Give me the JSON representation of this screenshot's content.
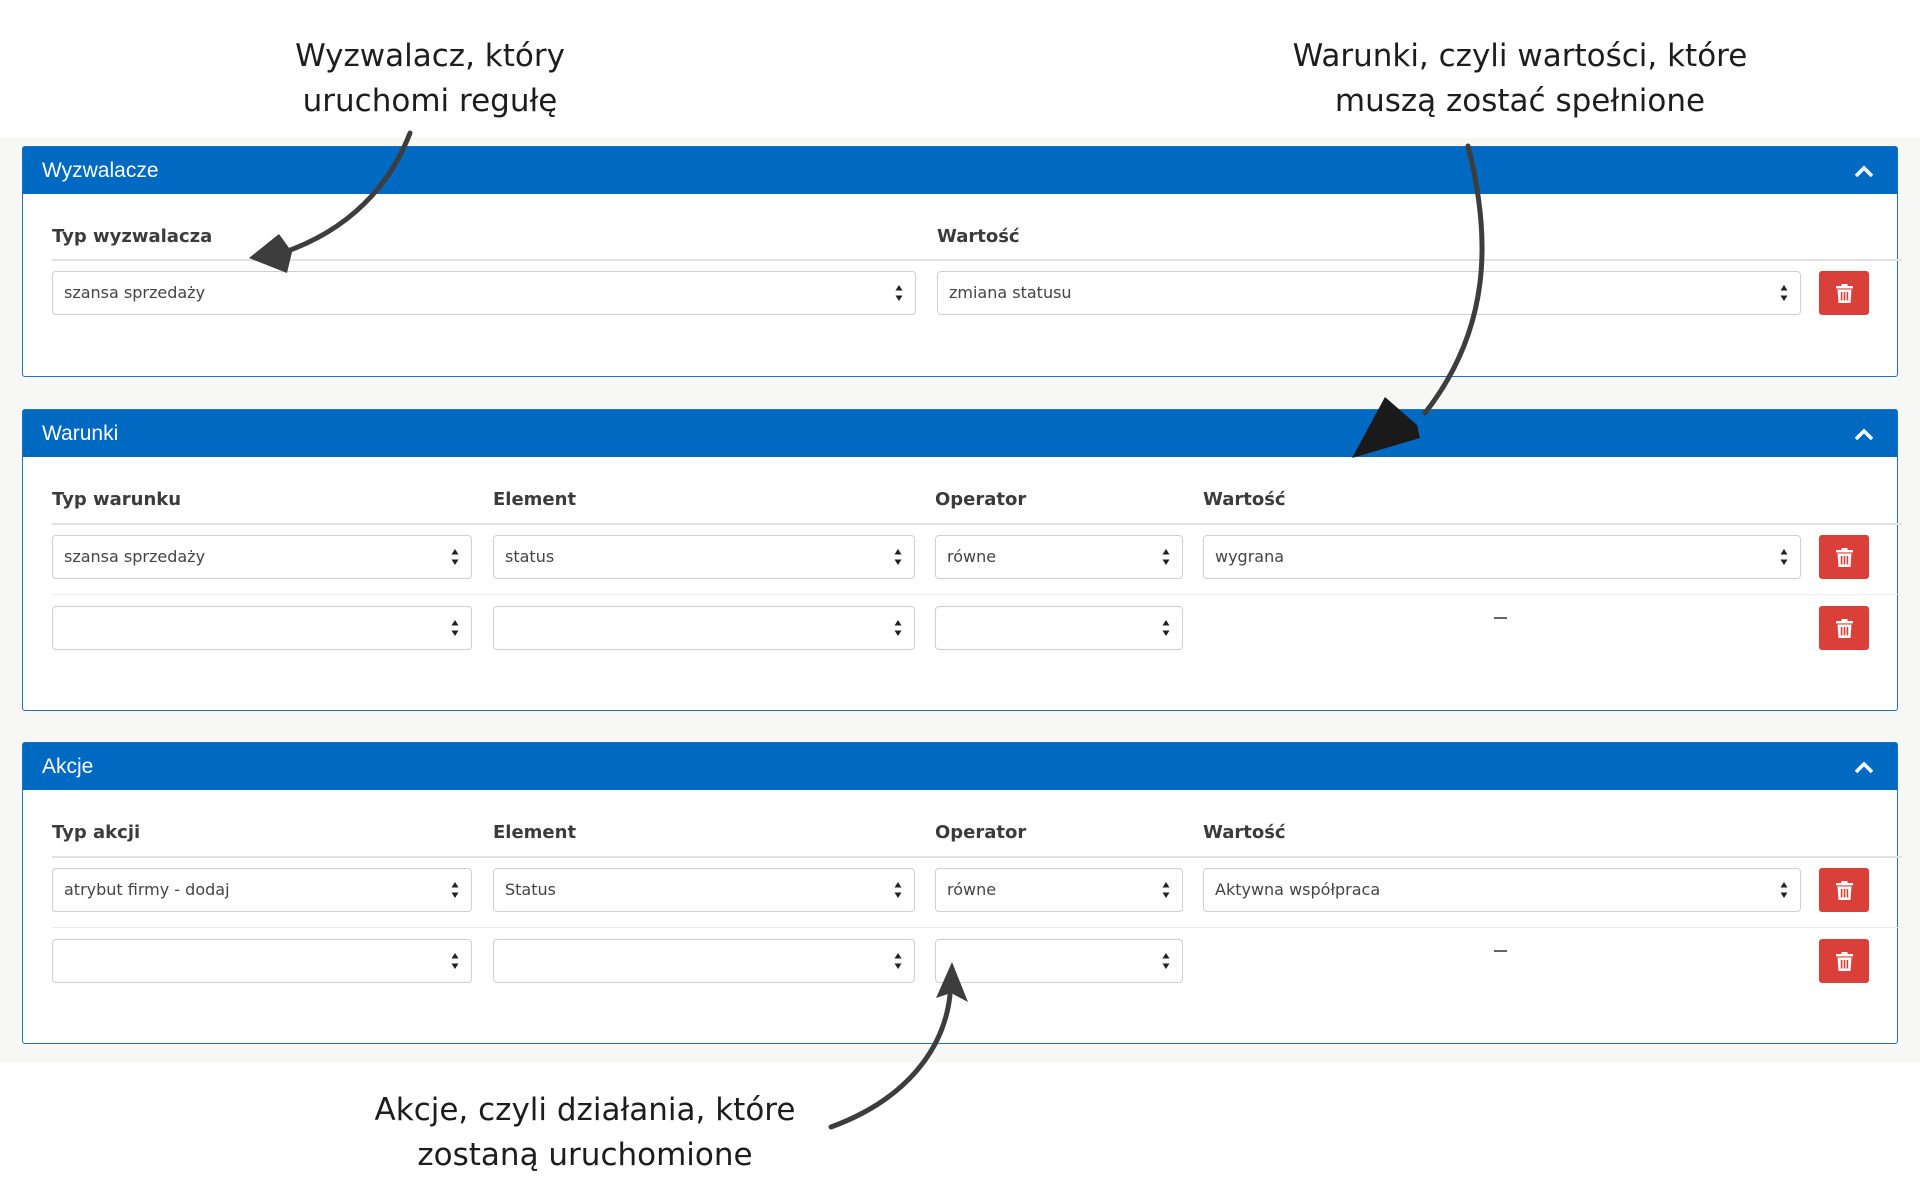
{
  "annotations": {
    "trigger": [
      "Wyzwalacz, który",
      "uruchomi regułę"
    ],
    "conditions": [
      "Warunki, czyli wartości, które",
      "muszą zostać spełnione"
    ],
    "actions": [
      "Akcje, czyli działania, które",
      "zostaną uruchomione"
    ]
  },
  "triggers": {
    "title": "Wyzwalacze",
    "col_type": "Typ wyzwalacza",
    "col_value": "Wartość",
    "row": {
      "type": "szansa sprzedaży",
      "value": "zmiana statusu"
    }
  },
  "conditions": {
    "title": "Warunki",
    "col_type": "Typ warunku",
    "col_element": "Element",
    "col_operator": "Operator",
    "col_value": "Wartość",
    "rows": [
      {
        "type": "szansa sprzedaży",
        "element": "status",
        "operator": "równe",
        "value": "wygrana"
      },
      {
        "type": "",
        "element": "",
        "operator": "",
        "value": ""
      }
    ]
  },
  "actions": {
    "title": "Akcje",
    "col_type": "Typ akcji",
    "col_element": "Element",
    "col_operator": "Operator",
    "col_value": "Wartość",
    "rows": [
      {
        "type": "atrybut firmy - dodaj",
        "element": "Status",
        "operator": "równe",
        "value": "Aktywna współpraca"
      },
      {
        "type": "",
        "element": "",
        "operator": "",
        "value": ""
      }
    ]
  },
  "icons": {
    "collapse": "chevron-up-icon",
    "delete": "trash-icon"
  },
  "colors": {
    "header": "#0069c2",
    "delete": "#d94039",
    "border": "#1f6fc2"
  }
}
